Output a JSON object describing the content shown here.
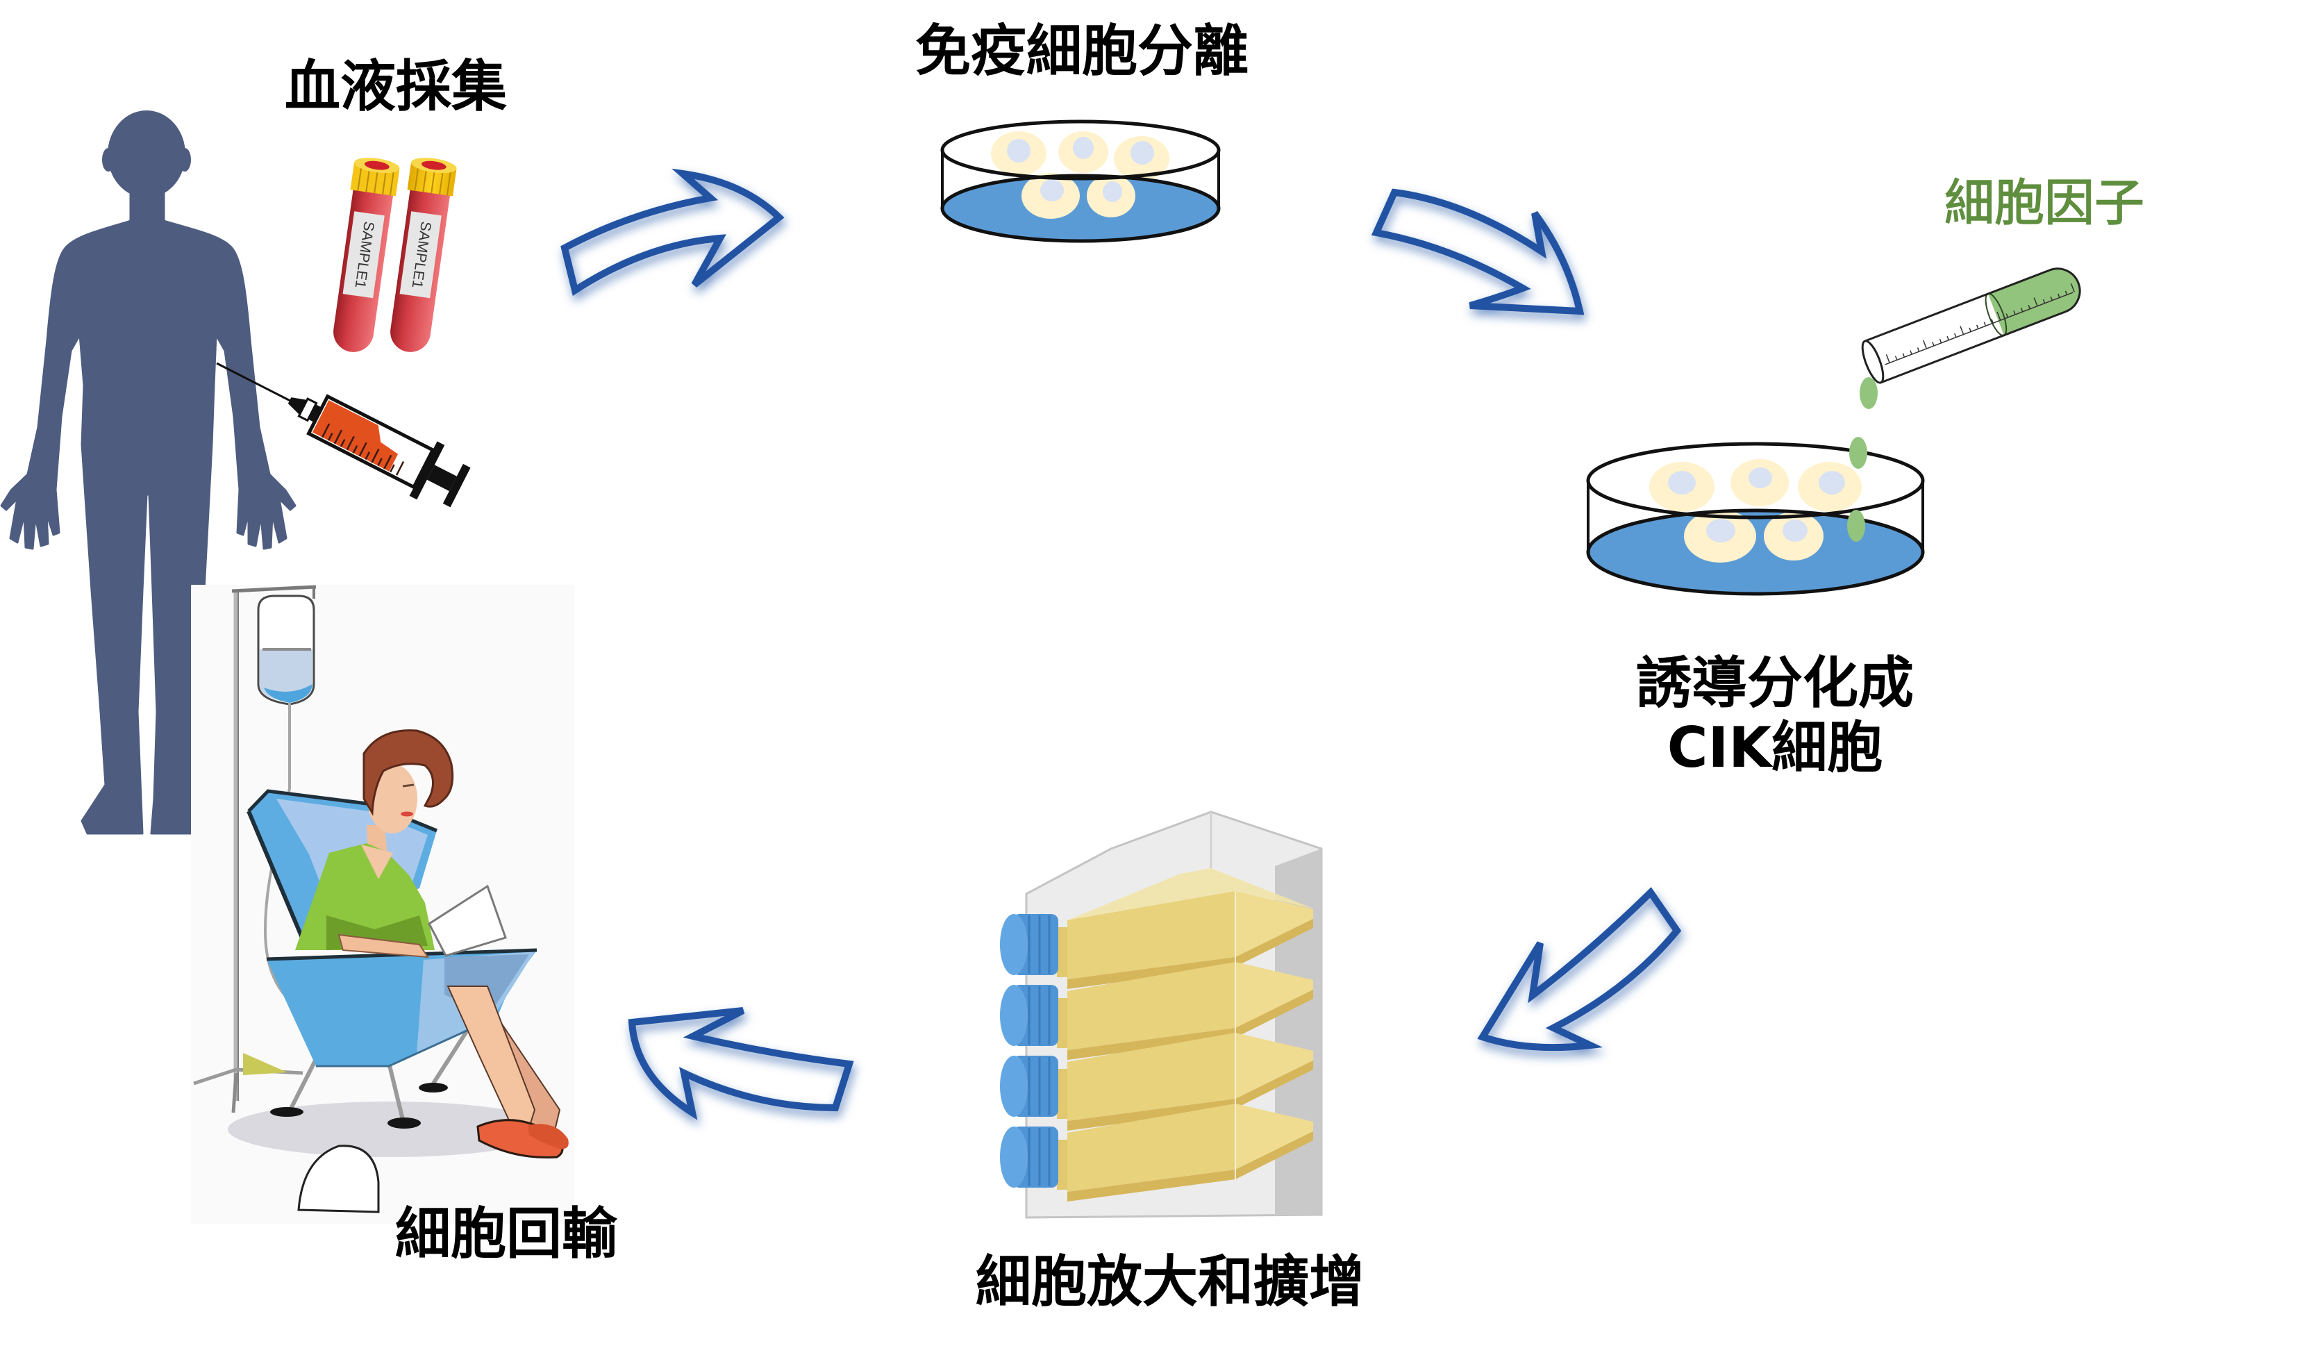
{
  "diagram": {
    "type": "process-cycle",
    "steps": [
      {
        "key": "blood-collection",
        "label": "血液採集"
      },
      {
        "key": "immune-cell-isolation",
        "label": "免疫細胞分離"
      },
      {
        "key": "cik-differentiation",
        "label_lines": [
          "誘導分化成",
          "CIK細胞"
        ]
      },
      {
        "key": "cell-expansion",
        "label": "細胞放大和擴增"
      },
      {
        "key": "cell-reinfusion",
        "label": "細胞回輸"
      }
    ],
    "cytokine_label": "細胞因子",
    "sample_tubes": [
      {
        "label": "SAMPLE1"
      },
      {
        "label": "SAMPLE1"
      }
    ],
    "flow": [
      {
        "from": "blood-collection",
        "to": "immune-cell-isolation"
      },
      {
        "from": "immune-cell-isolation",
        "to": "cik-differentiation"
      },
      {
        "from": "cik-differentiation",
        "to": "cell-expansion"
      },
      {
        "from": "cell-expansion",
        "to": "cell-reinfusion"
      }
    ],
    "illustrations": {
      "blood-collection": [
        "human-silhouette-icon",
        "blood-sample-tube-icon",
        "syringe-icon"
      ],
      "immune-cell-isolation": [
        "petri-dish-icon"
      ],
      "cik-differentiation": [
        "petri-dish-icon",
        "test-tube-icon",
        "cytokine-drop-icon"
      ],
      "cell-expansion": [
        "culture-flask-stack-icon"
      ],
      "cell-reinfusion": [
        "patient-iv-infusion-icon"
      ]
    }
  },
  "colors": {
    "arrow": "#2352A3",
    "person": "#4E5C80",
    "cytokine_text": "#5E8E3E",
    "label_text": "#000000",
    "culture_medium": "#5B9BD5",
    "cell": "#FFF2CC",
    "cell_nucleus": "#D9E2F3",
    "cytokine_drop": "#93C47D",
    "tube_cap": "#F5C518",
    "flask_medium": "#E8D27C",
    "flask_cap": "#4F94D4"
  }
}
